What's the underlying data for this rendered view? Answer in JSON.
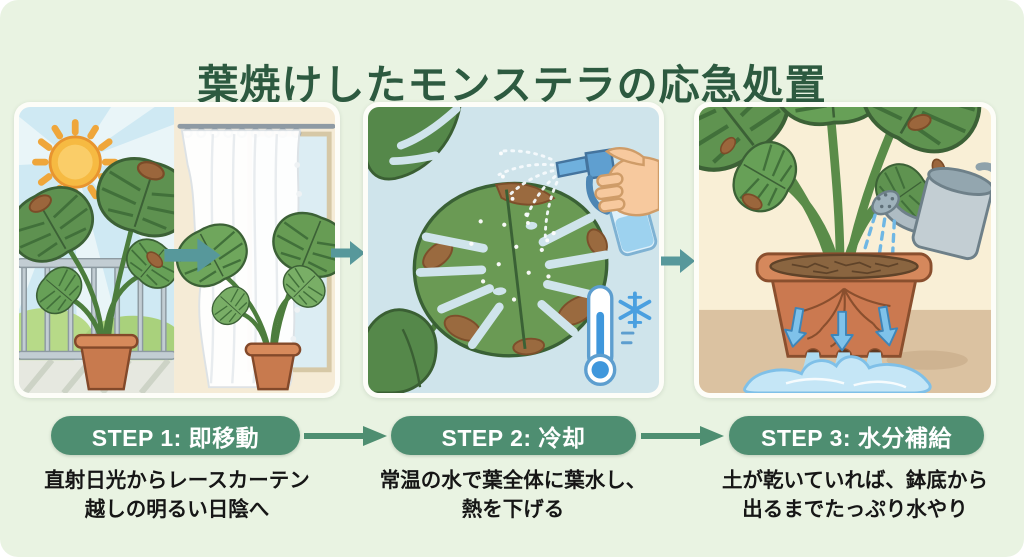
{
  "title": "葉焼けしたモンステラの応急処置",
  "steps": [
    {
      "label": "STEP 1: 即移動",
      "desc_line1": "直射日光からレースカーテン",
      "desc_line2": "越しの明るい日陰へ"
    },
    {
      "label": "STEP 2: 冷却",
      "desc_line1": "常温の水で葉全体に葉水し、",
      "desc_line2": "熱を下げる"
    },
    {
      "label": "STEP 3: 水分補給",
      "desc_line1": "土が乾いていれば、鉢底から",
      "desc_line2": "出るまでたっぷり水やり"
    }
  ],
  "icons": {
    "sun-icon": "circle-with-rays",
    "relocate-arrow-icon": "right-block-arrow",
    "flow-arrow-icon": "right-block-arrow",
    "step-arrow-icon": "right-line-arrow",
    "spray-bottle-icon": "trigger-sprayer-with-hand",
    "mist-spray": "dashed-fan-droplets",
    "thermometer-icon": "bulb-thermometer-low",
    "snowflake-icon": "six-spoke-snowflake",
    "watering-can-icon": "tilted-can-with-rose",
    "drainage-arrows": "three-down-arrows",
    "drain-water": "puddle-under-pot"
  },
  "colors": {
    "background": "#e9f3e2",
    "title_text": "#2d5a40",
    "step_pill": "#4e8e71",
    "step_pill_text": "#ffffff",
    "description_text": "#161616",
    "flow_arrow_teal": "#57989b",
    "panel_frame": "#fdfdf8",
    "panel1_sky": "#cfe9f3",
    "panel2_background": "#cfe4eb",
    "panel3_background": "#f9efd6",
    "leaf_green": "#5f9350",
    "scorch_brown": "#9b663c",
    "pot_terracotta": "#cb7950",
    "water_blue": "#7fc2ea"
  }
}
